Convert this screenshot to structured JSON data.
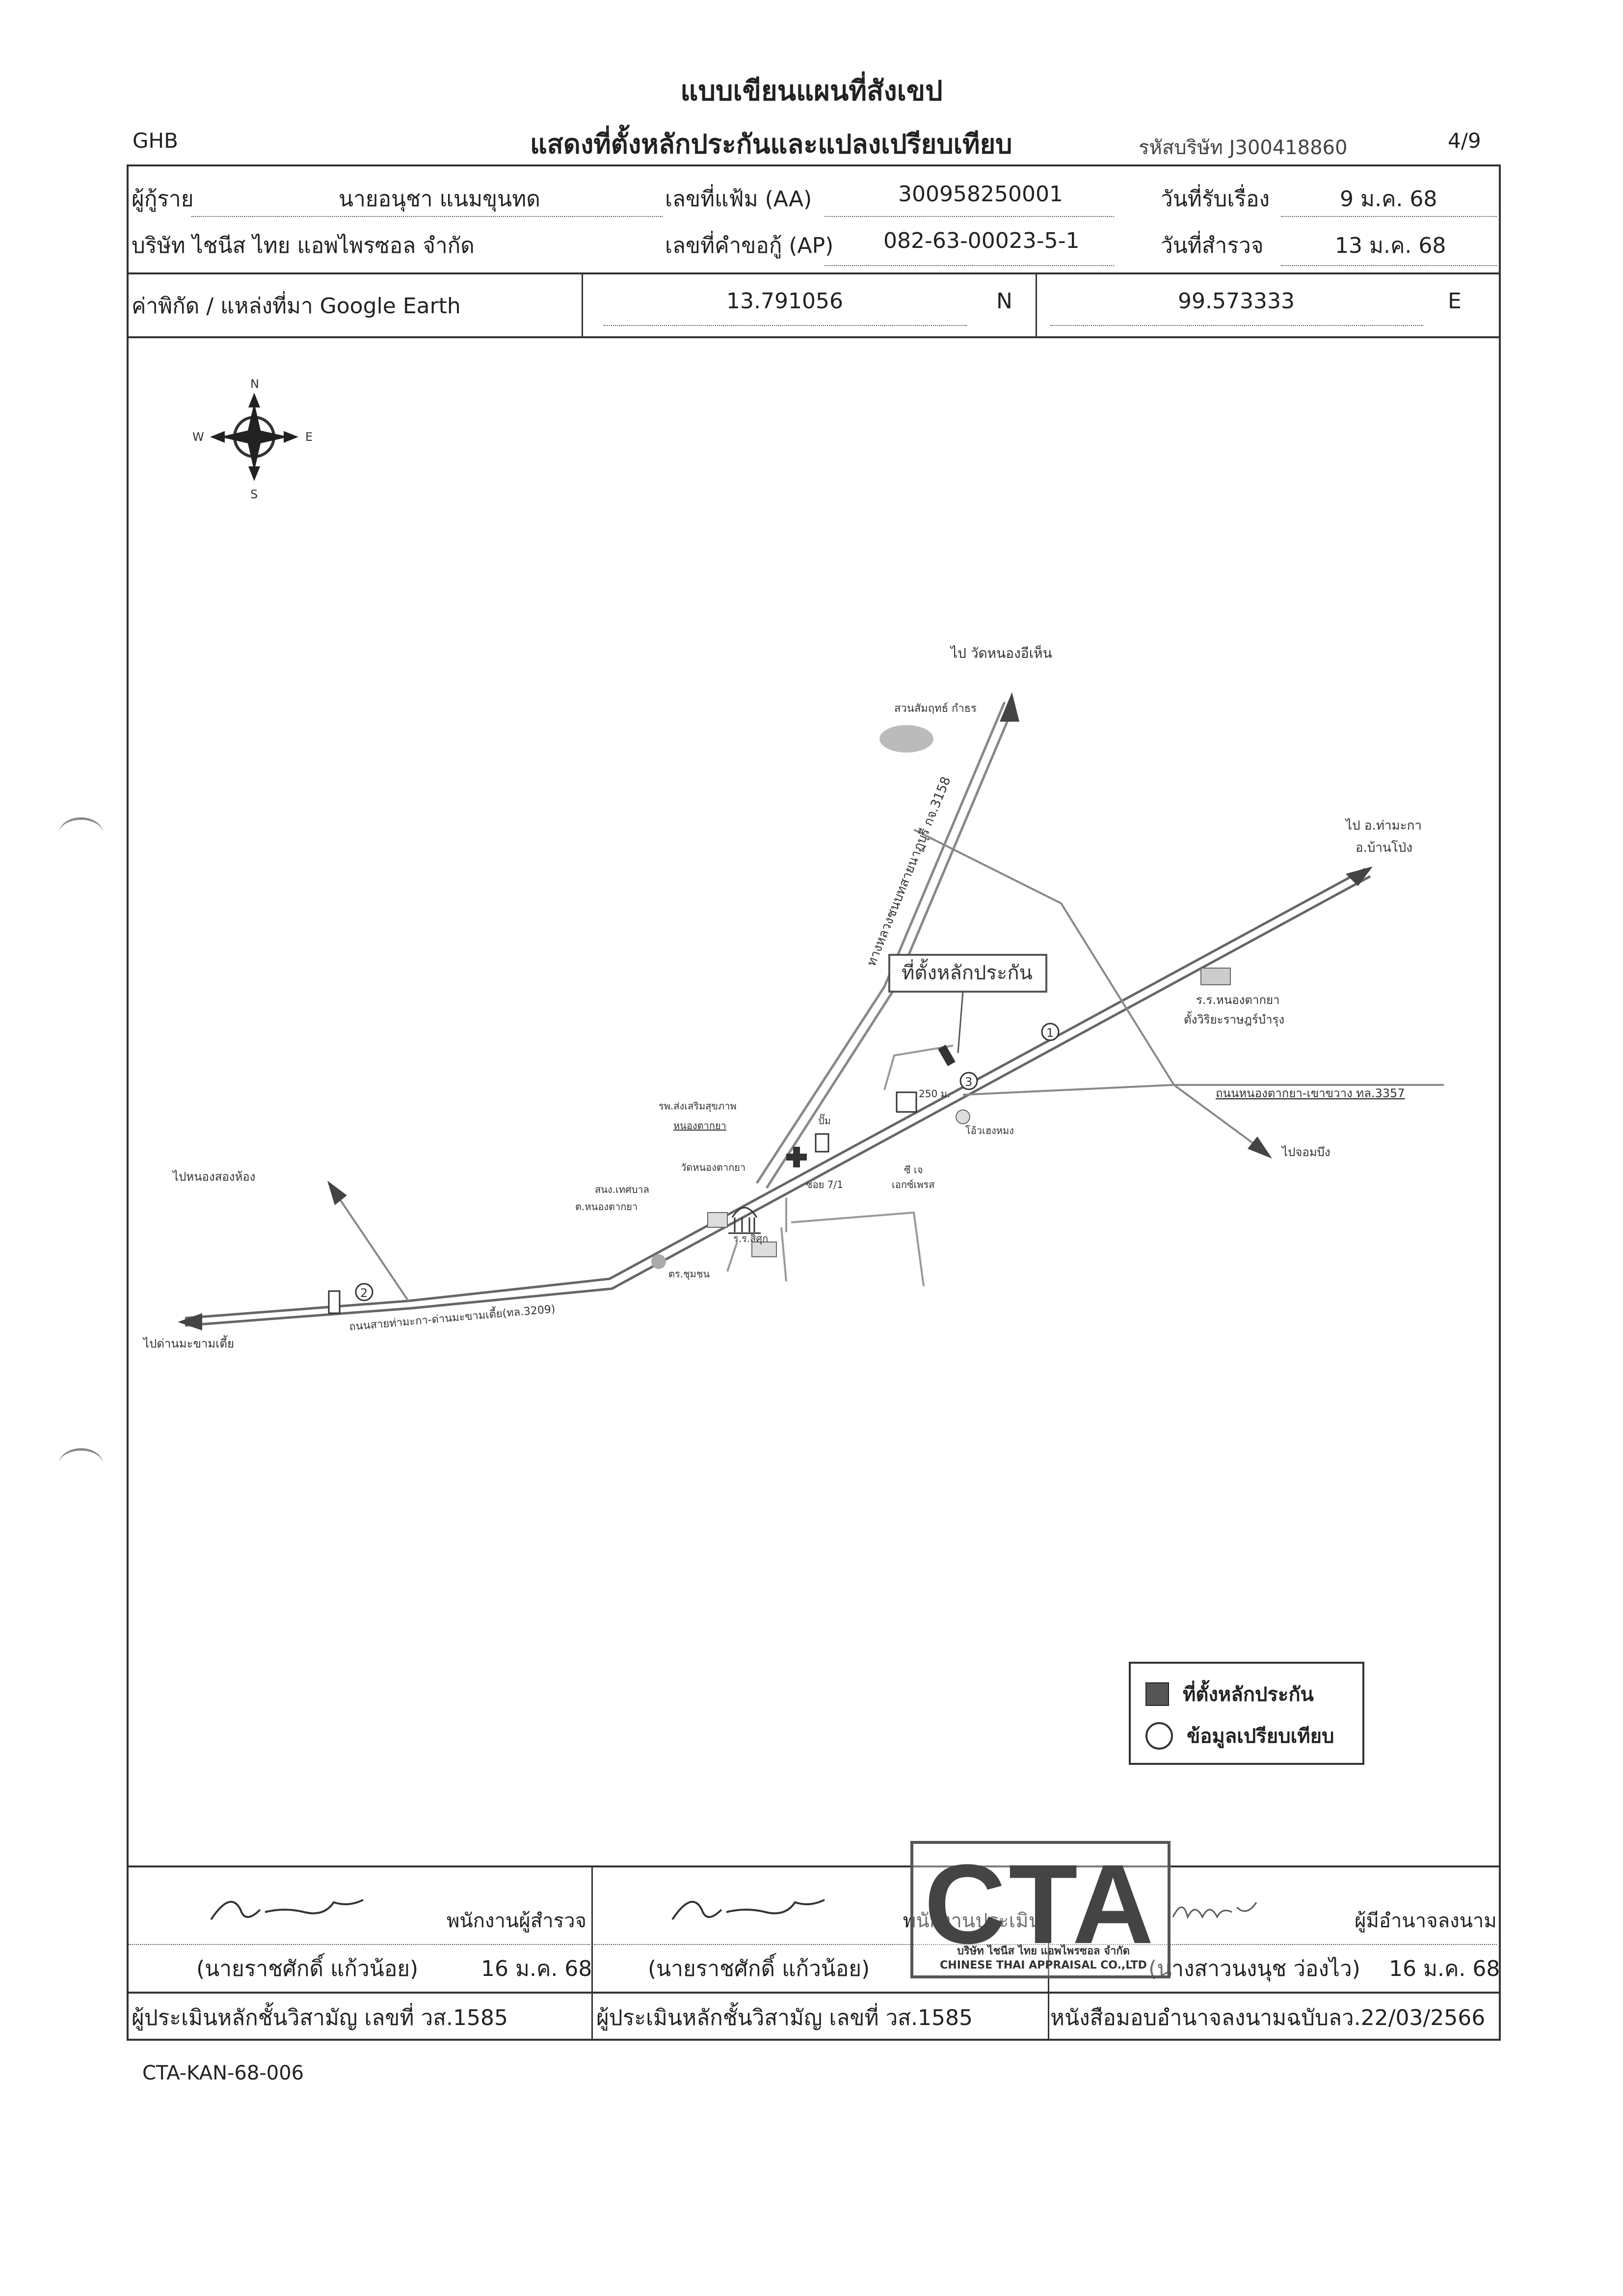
{
  "header": {
    "title": "แบบเขียนแผนที่สังเขป",
    "subtitle": "แสดงที่ตั้งหลักประกันและแปลงเปรียบเทียบ",
    "bank": "GHB",
    "company_code_label": "รหัสบริษัท J300418860",
    "page": "4/9"
  },
  "info": {
    "borrower_label": "ผู้กู้ราย",
    "borrower_value": "นายอนุชา แนมขุนทด",
    "file_no_label": "เลขที่แฟ้ม (AA)",
    "file_no_value": "300958250001",
    "received_label": "วันที่รับเรื่อง",
    "received_value": "9 ม.ค. 68",
    "company": "บริษัท ไชนีส ไทย แอพไพรซอล จำกัด",
    "loan_request_label": "เลขที่คำขอกู้ (AP)",
    "loan_request_value": "082-63-00023-5-1",
    "survey_label": "วันที่สำรวจ",
    "survey_value": "13 ม.ค. 68",
    "coord_label": "ค่าพิกัด / แหล่งที่มา Google Earth",
    "lat_value": "13.791056",
    "lat_dir": "N",
    "lon_value": "99.573333",
    "lon_dir": "E"
  },
  "map": {
    "compass": {
      "n": "N",
      "s": "S",
      "e": "E",
      "w": "W"
    },
    "labels": {
      "to_wat_nong_i_hoen": "ไป วัดหนองอีเห็น",
      "suan_som_kha_rot": "สวนสัมฤทธ์ กำธร",
      "road_3158": "ทางหลวงชนบทสายนาฏบุรี กจ.3158",
      "to_tha_maka": "ไป อ.ท่ามะกา",
      "to_ban_pong": "อ.บ้านโป่ง",
      "collateral_box": "ที่ตั้งหลักประกัน",
      "school_nong_tak_ya": "ร.ร.หนองตากยา",
      "school_nong_tak_ya_2": "ตั้งวิริยะราษฎร์บำรุง",
      "road_3357": "ถนนหนองตากยา-เขาขวาง ทล.3357",
      "to_chom_bueng": "ไปจอมบึง",
      "hospital": "รพ.ส่งเสริมสุขภาพ",
      "hospital_2": "หนองตากยา",
      "pump": "ปั๊ม",
      "dist_250": "250 ม.",
      "temple": "วัดหนองตากยา",
      "soi_7_1": "ซอย 7/1",
      "seven_eleven": "ซี เจ",
      "seven_eleven_2": "เอกซ์เพรส",
      "hong_seng": "โอ้วเฮงหมง",
      "municipality": "สนง.เทศบาล",
      "municipality_2": "ต.หนองตากยา",
      "school_sisuk": "ร.ร.สิศุก",
      "police": "ตร.ชุมชน",
      "to_nong_song_hong": "ไปหนองสองห้อง",
      "main_road": "ถนนสายท่ามะกา-ด่านมะขามเตี้ย(ทล.3209)",
      "to_dan_makham_tia": "ไปด่านมะขามเตี้ย",
      "marker_1": "1",
      "marker_2": "2",
      "marker_3": "3"
    }
  },
  "legend": {
    "collateral": "ที่ตั้งหลักประกัน",
    "comparison": "ข้อมูลเปรียบเทียบ"
  },
  "footer": {
    "surveyor_role": "พนักงานผู้สำรวจ",
    "surveyor_name": "(นายราชศักดิ์ แก้วน้อย)",
    "surveyor_date": "16 ม.ค. 68",
    "surveyor_license": "ผู้ประเมินหลักชั้นวิสามัญ เลขที่ วส.1585",
    "appraiser_role": "พนักงานประเมิน",
    "appraiser_name": "(นายราชศักดิ์ แก้วน้อย)",
    "appraiser_license": "ผู้ประเมินหลักชั้นวิสามัญ เลขที่ วส.1585",
    "authorized_role": "ผู้มีอำนาจลงนาม",
    "authorized_name": "(นางสาวนงนุช ว่องไว)",
    "authorized_date": "16 ม.ค. 68",
    "authorization_doc": "หนังสือมอบอำนาจลงนามฉบับลว.22/03/2566",
    "stamp_text": "CTA",
    "stamp_line1": "บริษัท ไชนีส ไทย แอพไพรซอล จำกัด",
    "stamp_line2": "CHINESE THAI APPRAISAL CO.,LTD",
    "doc_code": "CTA-KAN-68-006"
  }
}
